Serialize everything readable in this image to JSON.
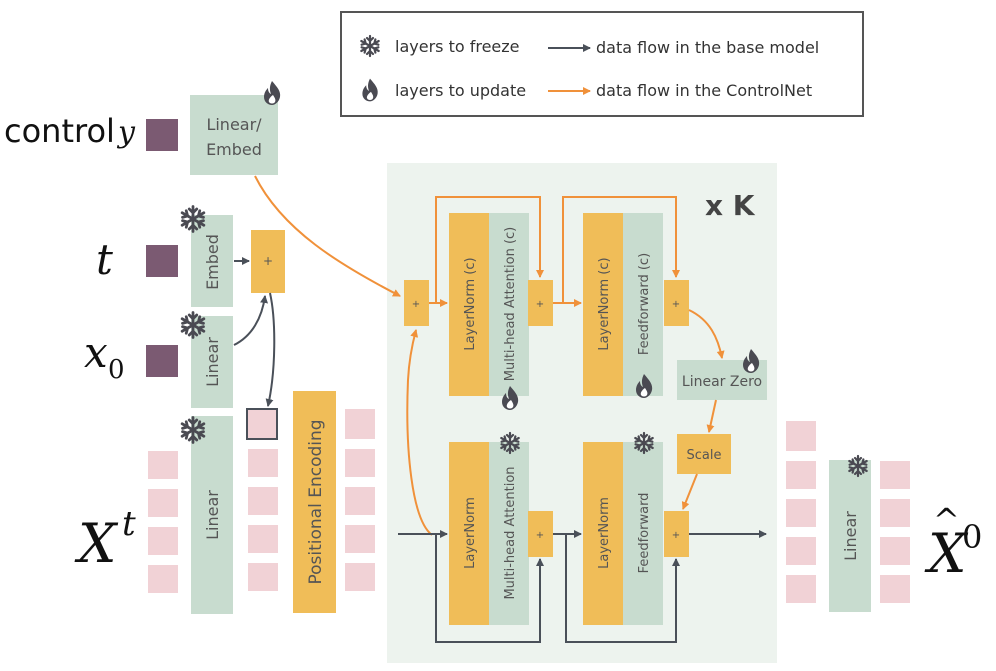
{
  "legend": {
    "freeze_label": "layers to freeze",
    "update_label": "layers to update",
    "base_flow_label": "data flow in the base model",
    "controlnet_flow_label": "data flow in the ControlNet",
    "freeze_icon": "snowflake-icon",
    "update_icon": "flame-icon"
  },
  "inputs": {
    "control_word": "control",
    "control_var": "y",
    "t_var": "t",
    "x0_var": "x",
    "x0_sub": "0",
    "xt_var": "X",
    "xt_sup": "t"
  },
  "output": {
    "xhat_var": "X",
    "xhat_sup": "0"
  },
  "blocks": {
    "linear_embed_1": "Linear/",
    "linear_embed_2": "Embed",
    "embed": "Embed",
    "linear_x0": "Linear",
    "linear_xt": "Linear",
    "positional_encoding": "Positional Encoding",
    "plus": "+",
    "repeat": "x K",
    "layernorm_c": "LayerNorm (c)",
    "mha_c": "Multi-head Attention (c)",
    "ff_c": "Feedforward (c)",
    "linear_zero": "Linear Zero",
    "scale": "Scale",
    "layernorm": "LayerNorm",
    "mha": "Multi-head Attention",
    "ff": "Feedforward",
    "linear_out": "Linear"
  },
  "colors": {
    "green": "#c8dccf",
    "orange_block": "#f0bd58",
    "orange_flow": "#f0913a",
    "base_flow": "#4a5059",
    "token_pink": "#f1d2d6",
    "input_purple": "#7b5a72",
    "panel": "#edf3ee",
    "icon": "#4a4a52"
  }
}
